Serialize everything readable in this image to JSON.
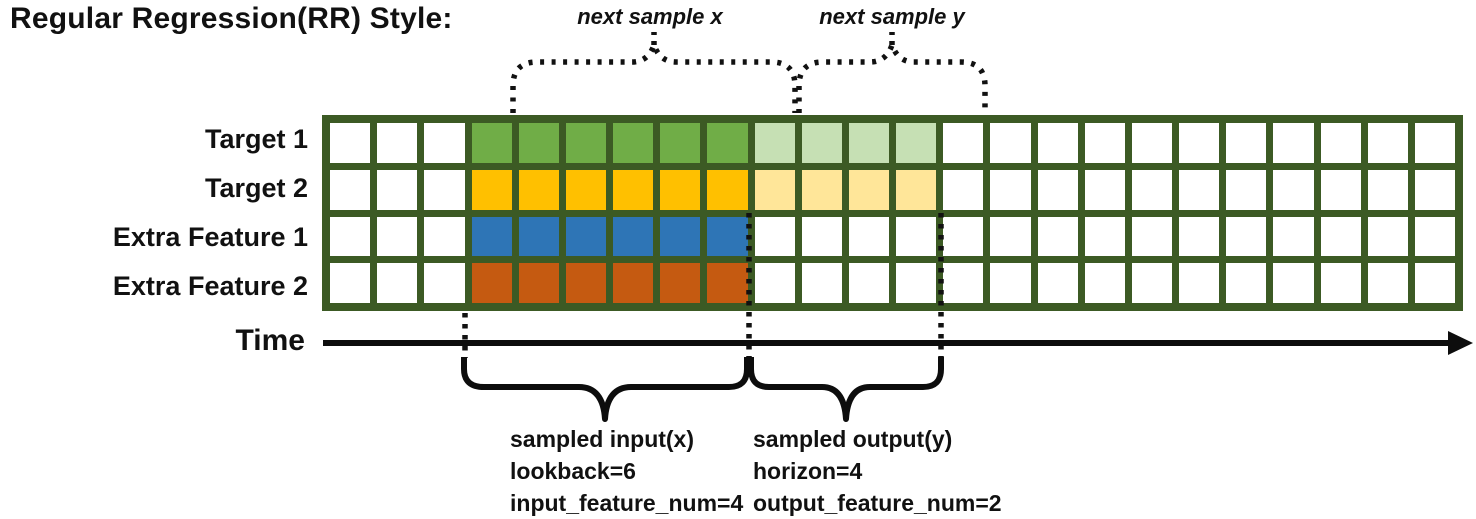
{
  "title": "Regular Regression(RR) Style:",
  "annotations": {
    "next_sample_x": "next sample x",
    "next_sample_y": "next sample y"
  },
  "time_axis": {
    "label": "Time"
  },
  "grid": {
    "columns": 24,
    "pre_white_cols": 3,
    "input_cols": 6,
    "output_cols": 4,
    "border_color": "#3C5A24",
    "cell_color": "#FFFFFF"
  },
  "rows": [
    {
      "label": "Target 1",
      "input_color": "#70AD47",
      "output_color": "#C6E0B4"
    },
    {
      "label": "Target 2",
      "input_color": "#FFC000",
      "output_color": "#FFE699"
    },
    {
      "label": "Extra Feature 1",
      "input_color": "#2E75B6",
      "output_color": null
    },
    {
      "label": "Extra Feature 2",
      "input_color": "#C55A11",
      "output_color": null
    }
  ],
  "captions": {
    "input": [
      "sampled input(x)",
      "lookback=6",
      "input_feature_num=4"
    ],
    "output": [
      "sampled output(y)",
      "horizon=4",
      "output_feature_num=2"
    ]
  }
}
